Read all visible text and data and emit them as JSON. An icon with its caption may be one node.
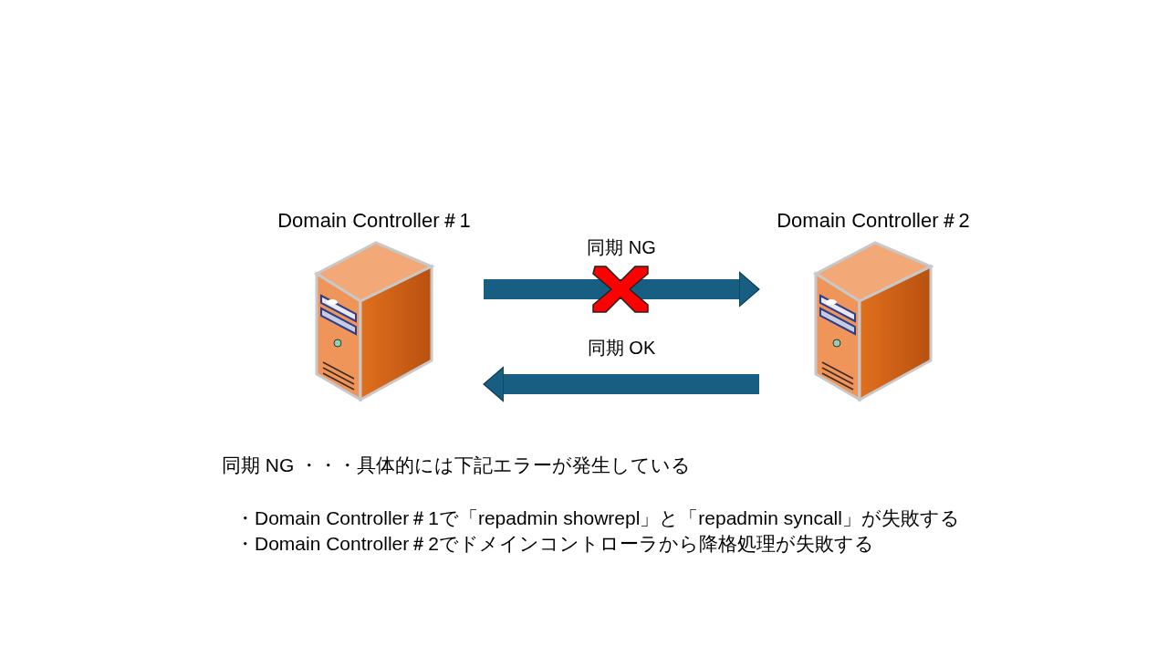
{
  "diagram": {
    "nodes": [
      {
        "text": [
          "Domain Controller＃1"
        ]
      },
      {
        "text": [
          "Domain Controller＃2"
        ]
      }
    ],
    "edges": [
      {
        "from": 0,
        "to": 1,
        "arrow": "to",
        "label": "同期 NG"
      },
      {
        "from": 1,
        "to": 0,
        "arrow": "to",
        "label": "同期 OK"
      }
    ],
    "labels": [
      "同期 NG ・・・具体的には下記エラーが発生している",
      "・Domain Controller＃1で「repadmin showrepl」と「repadmin syncall」が失敗する",
      "・Domain Controller＃2でドメインコントローラから降格処理が失敗する"
    ]
  }
}
